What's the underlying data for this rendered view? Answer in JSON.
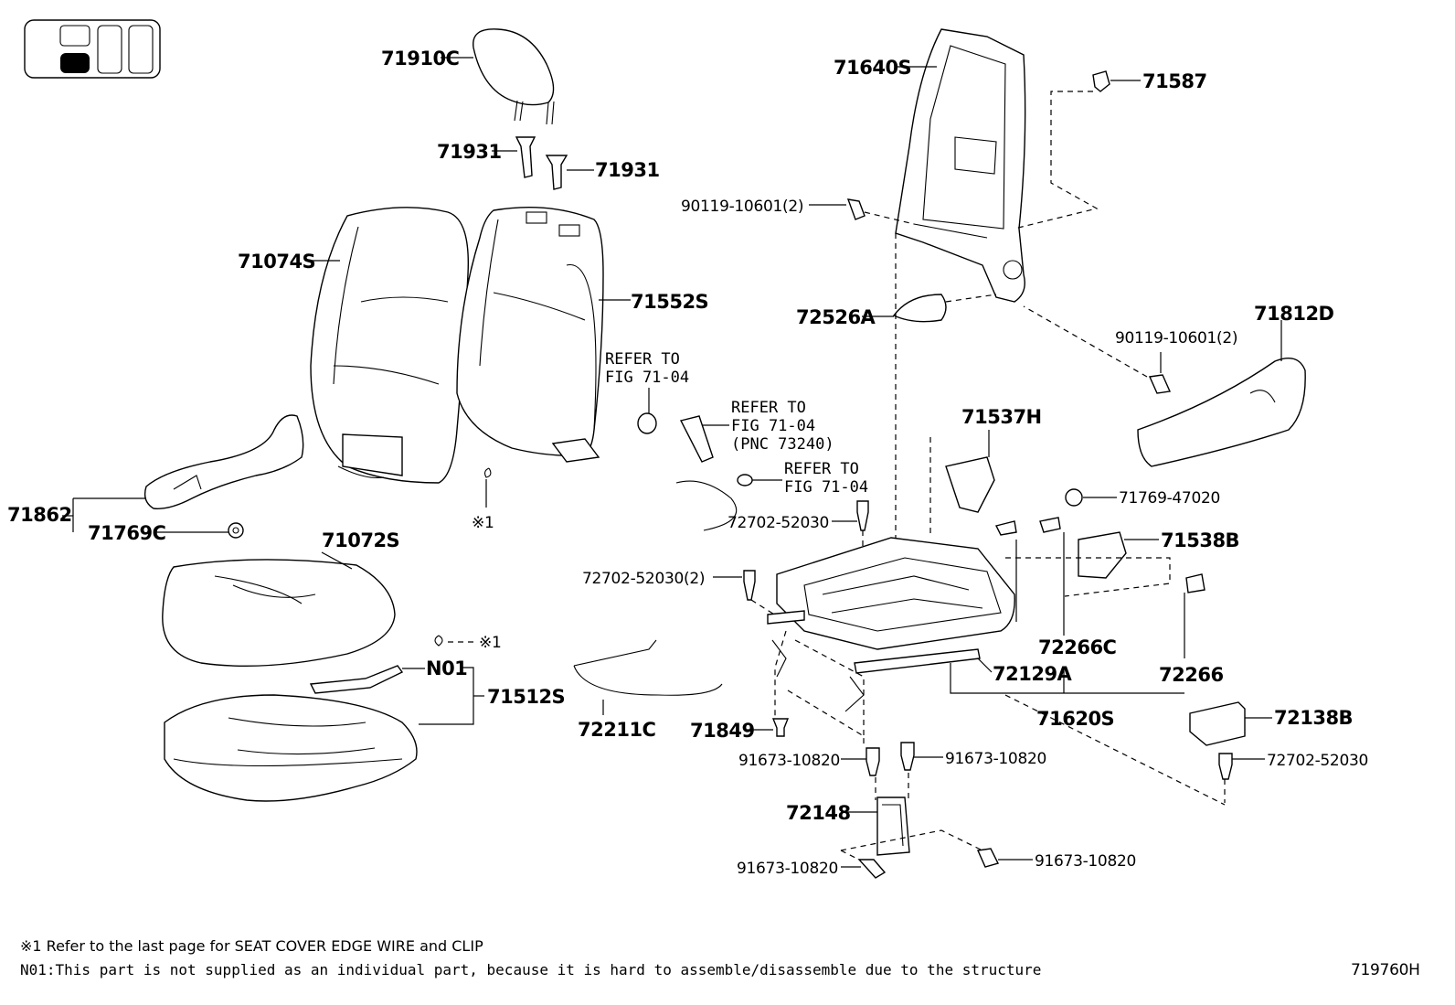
{
  "labels": {
    "l71910C": "71910C",
    "l71931a": "71931",
    "l71931b": "71931",
    "l71074S": "71074S",
    "l71552S": "71552S",
    "l71862": "71862",
    "l71769C": "71769C",
    "l71072S": "71072S",
    "lN01": "N01",
    "l71512S": "71512S",
    "mark1a": "※1",
    "mark1b": "※1",
    "l71640S": "71640S",
    "l71587": "71587",
    "l90119a": "90119-10601(2)",
    "l72526A": "72526A",
    "l90119b": "90119-10601(2)",
    "l71812D": "71812D",
    "l71537H": "71537H",
    "l71769_47020": "71769-47020",
    "l71538B": "71538B",
    "l72702_52030a": "72702-52030",
    "l72702_52030b": "72702-52030(2)",
    "l72266C": "72266C",
    "l72129A": "72129A",
    "l72266": "72266",
    "l71620S": "71620S",
    "l72211C": "72211C",
    "l71849": "71849",
    "l91673a": "91673-10820",
    "l91673b": "91673-10820",
    "l72148": "72148",
    "l91673c": "91673-10820",
    "l91673d": "91673-10820",
    "l72138B": "72138B",
    "l72702_52030c": "72702-52030"
  },
  "refs": {
    "ref1_line1": "REFER TO",
    "ref1_line2": "FIG 71-04",
    "ref2_line1": "REFER TO",
    "ref2_line2": "FIG 71-04",
    "ref2_line3": "(PNC 73240)",
    "ref3_line1": "REFER TO",
    "ref3_line2": "FIG 71-04"
  },
  "notes": {
    "note1": "※1 Refer to the last page for SEAT COVER EDGE WIRE and CLIP",
    "note2": "N01:This part is not supplied as an individual part, because it is hard to assemble/disassemble due to the structure",
    "figure_id": "719760H"
  }
}
